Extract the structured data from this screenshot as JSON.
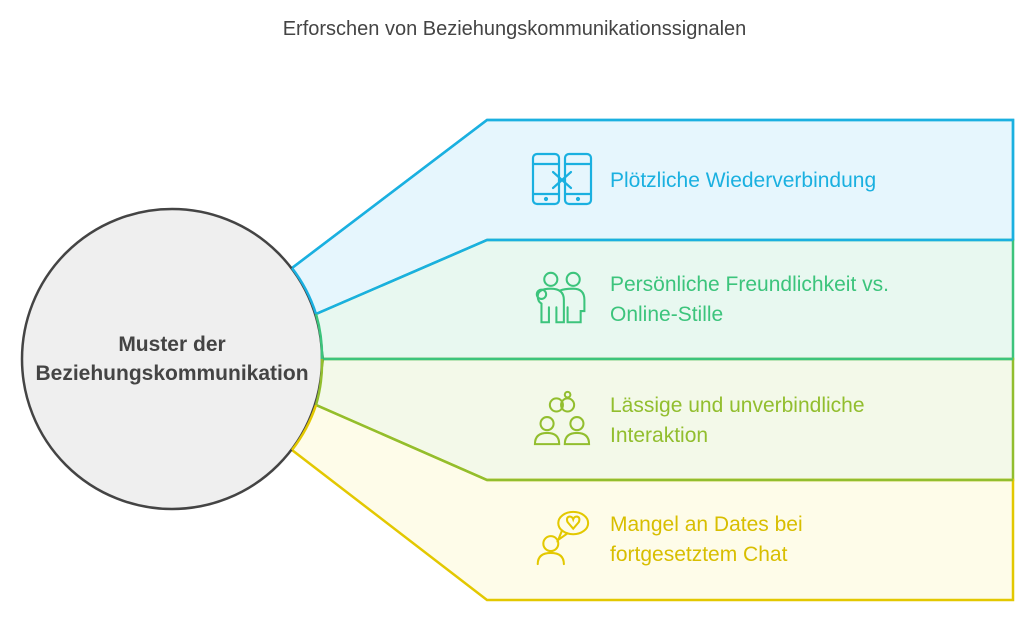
{
  "title": "Erforschen von Beziehungskommunikationssignalen",
  "center": {
    "line1": "Muster der",
    "line2": "Beziehungskommunikation"
  },
  "items": [
    {
      "label": "Plötzliche Wiederverbindung",
      "icon": "phones-disconnect-icon",
      "color": "#1ab0e0",
      "fill": "#e6f6fd"
    },
    {
      "label": "Persönliche Freundlichkeit vs. Online-Stille",
      "icon": "friends-icon",
      "color": "#3cc47c",
      "fill": "#e8f8f0"
    },
    {
      "label": "Lässige und unverbindliche Interaktion",
      "icon": "casual-couple-icon",
      "color": "#92be2e",
      "fill": "#f3f9e9"
    },
    {
      "label": "Mangel an Dates bei fortgesetztem Chat",
      "icon": "chat-heart-icon",
      "color": "#e3c800",
      "fill": "#fefce9"
    }
  ]
}
